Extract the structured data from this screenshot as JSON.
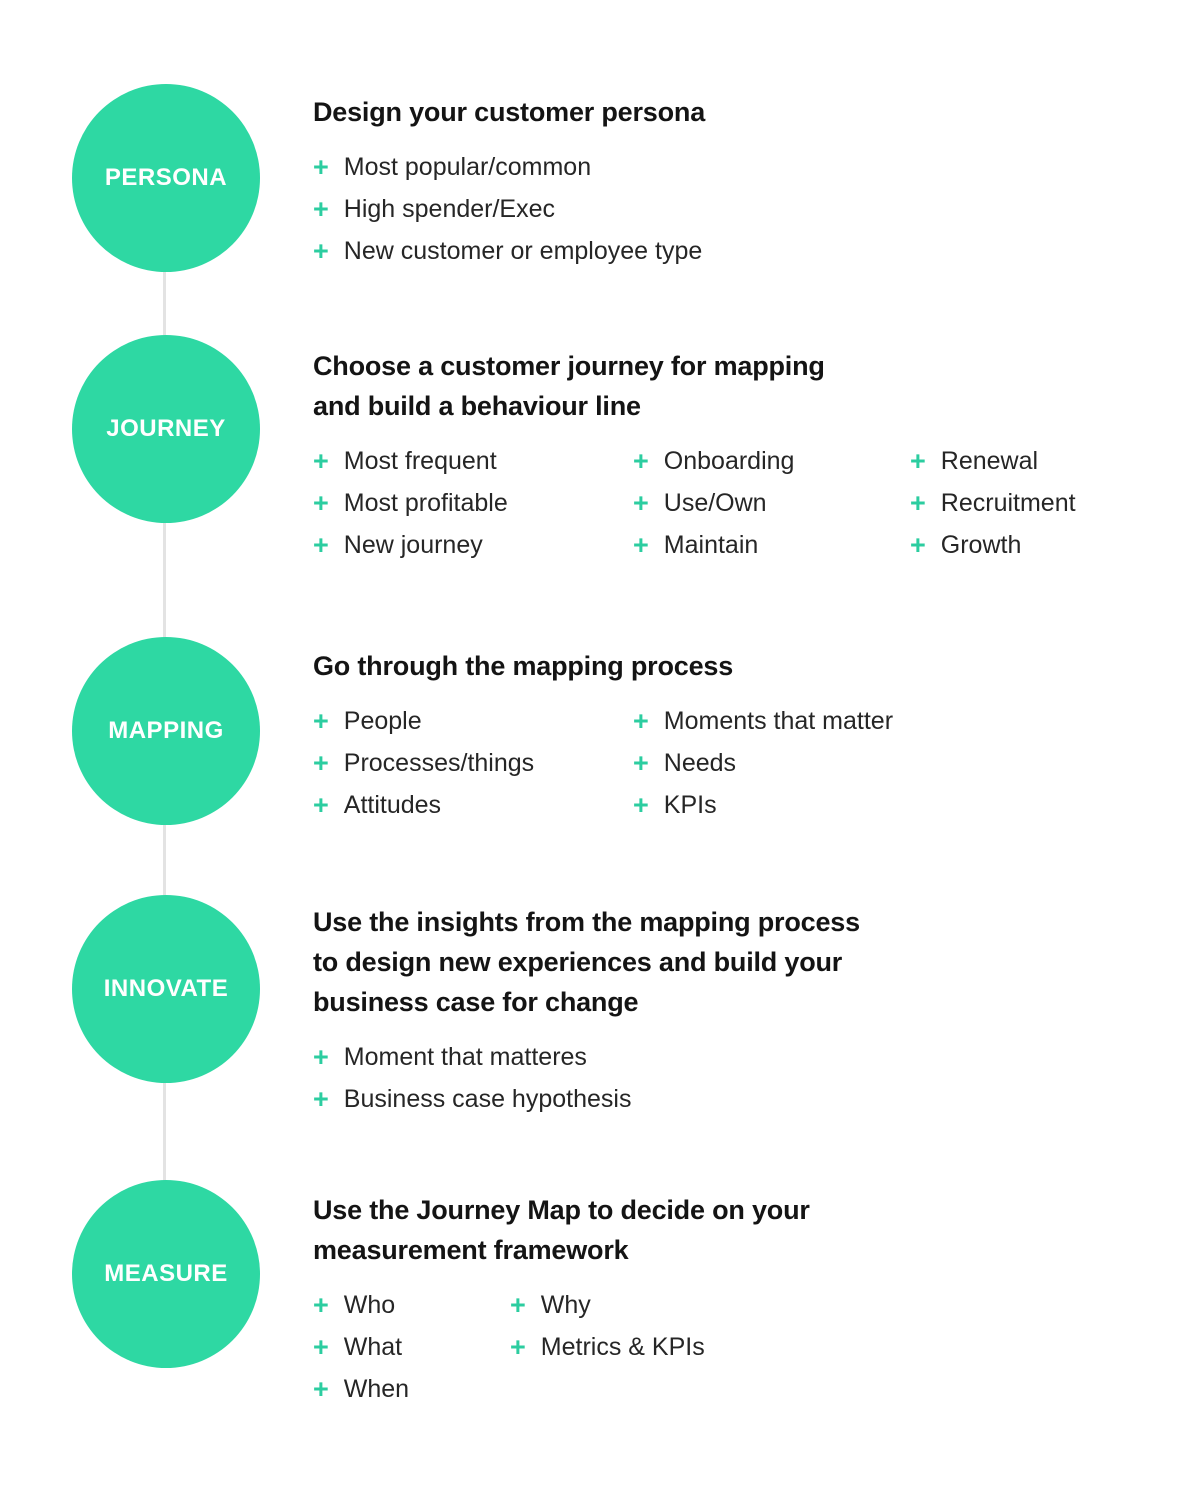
{
  "colors": {
    "circle_fill": "#2ed8a3",
    "circle_text": "#ffffff",
    "plus": "#2ccda0",
    "heading_text": "#141414",
    "item_text": "#262626",
    "connector_line": "#e3e3e3",
    "background": "#ffffff"
  },
  "icons": {
    "plus": "+"
  },
  "sections": [
    {
      "circle_label": "PERSONA",
      "heading_lines": [
        "Design your customer persona"
      ],
      "columns": [
        [
          "Most popular/common",
          "High spender/Exec",
          "New customer or employee type"
        ]
      ]
    },
    {
      "circle_label": "JOURNEY",
      "heading_lines": [
        "Choose a customer journey for mapping",
        "and build a behaviour line"
      ],
      "columns": [
        [
          "Most frequent",
          "Most profitable",
          "New journey"
        ],
        [
          "Onboarding",
          "Use/Own",
          "Maintain"
        ],
        [
          "Renewal",
          "Recruitment",
          "Growth"
        ]
      ]
    },
    {
      "circle_label": "MAPPING",
      "heading_lines": [
        "Go through the mapping process"
      ],
      "columns": [
        [
          "People",
          "Processes/things",
          "Attitudes"
        ],
        [
          "Moments that matter",
          "Needs",
          "KPIs"
        ]
      ]
    },
    {
      "circle_label": "INNOVATE",
      "heading_lines": [
        "Use the insights from the mapping process",
        "to design new experiences and build your",
        "business case for change"
      ],
      "columns": [
        [
          "Moment that matteres",
          "Business case hypothesis"
        ]
      ]
    },
    {
      "circle_label": "MEASURE",
      "heading_lines": [
        "Use the Journey Map to decide on your",
        "measurement framework"
      ],
      "columns": [
        [
          "Who",
          "What",
          "When"
        ],
        [
          "Why",
          "Metrics & KPIs"
        ]
      ]
    }
  ]
}
